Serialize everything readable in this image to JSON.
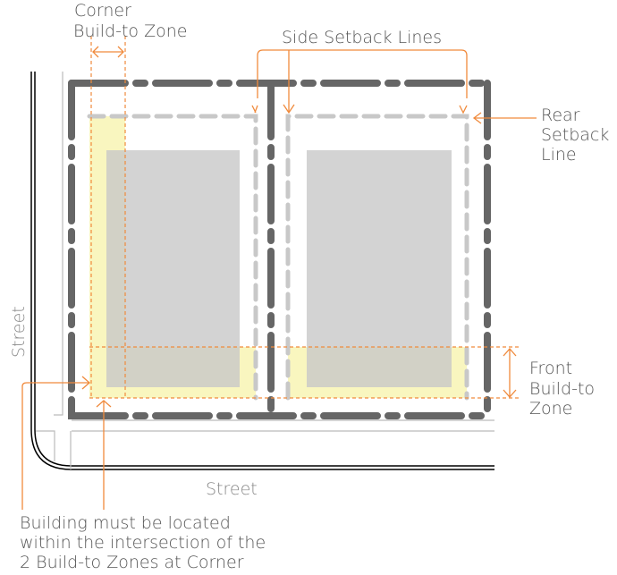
{
  "labels": {
    "corner_zone": [
      "Corner",
      "Build-to Zone"
    ],
    "side_setback": "Side Setback Lines",
    "rear_setback": [
      "Rear",
      "Setback",
      "Line"
    ],
    "front_zone": [
      "Front",
      "Build-to",
      "Zone"
    ],
    "street_left": "Street",
    "street_bottom": "Street",
    "note": [
      "Building must be located",
      "within the intersection of the",
      "2 Build-to Zones at Corner"
    ]
  },
  "colors": {
    "lot_line": "#666666",
    "setback": "#c8c8c8",
    "building": "#d3d3d3",
    "zone": "#f9f6bf",
    "annotation": "#f08a3c"
  }
}
